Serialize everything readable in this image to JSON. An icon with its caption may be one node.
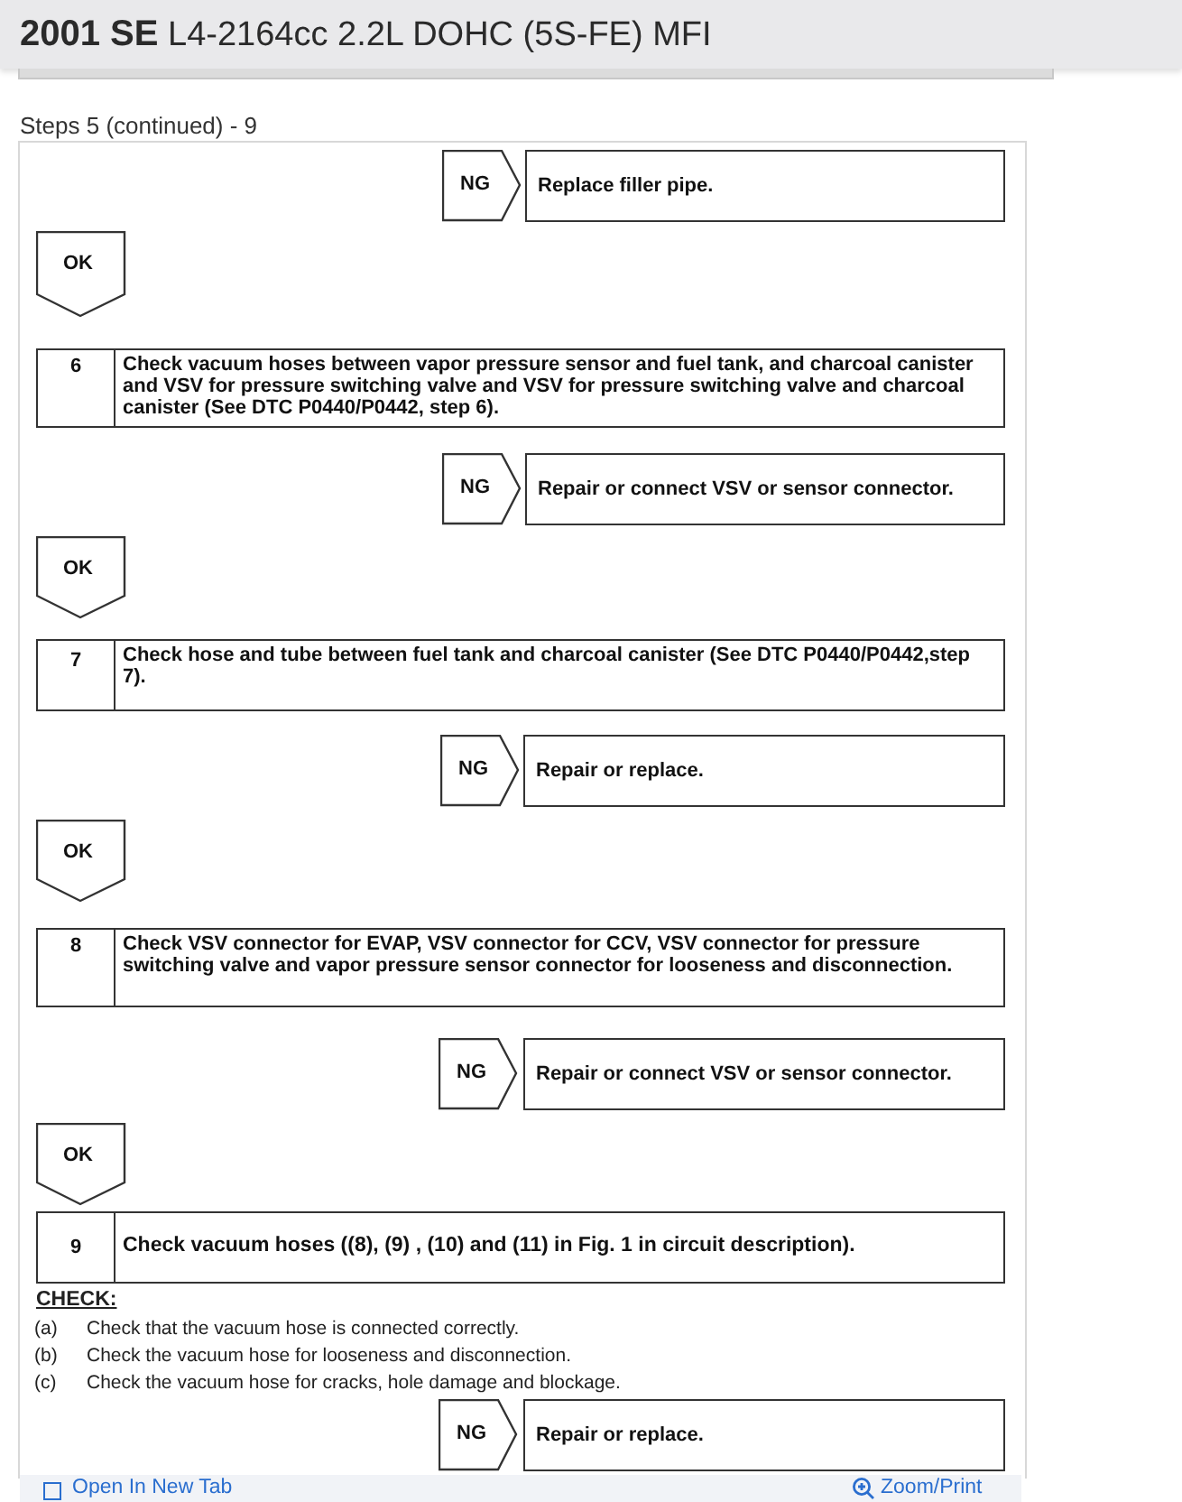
{
  "diagram": {
    "title": "**2001 SE** L4-2164cc 2.2L DOHC (5S-FE) MFI",
    "nodes": [
      {
        "text": [
          "NG"
        ]
      },
      {
        "text": [
          "Replace filler pipe."
        ]
      },
      {
        "text": [
          "OK"
        ]
      },
      {
        "text": [
          "6",
          "Check vacuum hoses between vapor pressure sensor and fuel tank, and charcoal canister and VSV for pressure switching valve and VSV for pressure switching valve and charcoal canister (See DTC P0440/P0442, step 6)."
        ]
      },
      {
        "text": [
          "NG"
        ]
      },
      {
        "text": [
          "Repair or connect VSV or sensor connector."
        ]
      },
      {
        "text": [
          "OK"
        ]
      },
      {
        "text": [
          "7",
          "Check hose and tube between fuel tank and charcoal canister (See DTC P0440/P0442,step 7)."
        ]
      },
      {
        "text": [
          "NG"
        ]
      },
      {
        "text": [
          "Repair or replace."
        ]
      },
      {
        "text": [
          "OK"
        ]
      },
      {
        "text": [
          "8",
          "Check VSV connector for EVAP, VSV connector for CCV, VSV connector for pressure switching valve and vapor pressure sensor connector for looseness and disconnection."
        ]
      },
      {
        "text": [
          "NG"
        ]
      },
      {
        "text": [
          "Repair or connect VSV or sensor connector."
        ]
      },
      {
        "text": [
          "OK"
        ]
      },
      {
        "text": [
          "9",
          "Check vacuum hoses ((8), (9) , (10) and (11) in Fig. 1 in circuit description)."
        ]
      },
      {
        "text": [
          "NG"
        ]
      },
      {
        "text": [
          "Repair or replace."
        ]
      }
    ],
    "labels": [
      "Steps 5 (continued) - 9",
      "CHECK:",
      "(a)",
      "Check that the vacuum hose is connected correctly.",
      "(b)",
      "Check the vacuum hose for looseness and disconnection.",
      "(c)",
      "Check the vacuum hose for cracks, hole damage and blockage.",
      "Open In New Tab",
      "Zoom/Print"
    ]
  }
}
